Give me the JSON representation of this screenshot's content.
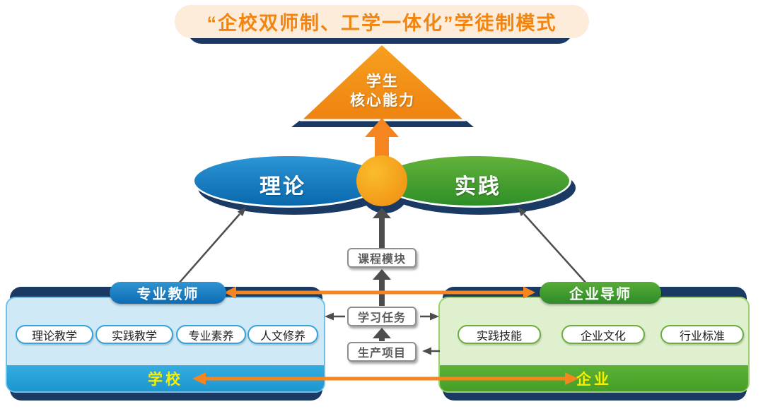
{
  "title": {
    "text": "“企校双师制、工学一体化”学徒制模式"
  },
  "pyramid": {
    "line1": "学生",
    "line2": "核心能力"
  },
  "venn": {
    "left_label": "理论",
    "right_label": "实践"
  },
  "flow": {
    "course_module": "课程模块",
    "learning_task": "学习任务",
    "production_project": "生产项目"
  },
  "school_panel": {
    "header": "专业教师",
    "items": [
      {
        "label": "理论教学"
      },
      {
        "label": "实践教学"
      },
      {
        "label": "专业素养"
      },
      {
        "label": "人文修养"
      }
    ],
    "footer": "学校"
  },
  "enterprise_panel": {
    "header": "企业导师",
    "items": [
      {
        "label": "实践技能"
      },
      {
        "label": "企业文化"
      },
      {
        "label": "行业标准"
      }
    ],
    "footer": "企业"
  },
  "colors": {
    "orange_accent": "#f5861f",
    "blue_brand": "#1178be",
    "green_brand": "#3f9c35",
    "navy_shadow": "#1b3a63",
    "yellow_footer": "#f8ef00",
    "banner_bg": "#fcecd9",
    "banner_text": "#f28410"
  }
}
